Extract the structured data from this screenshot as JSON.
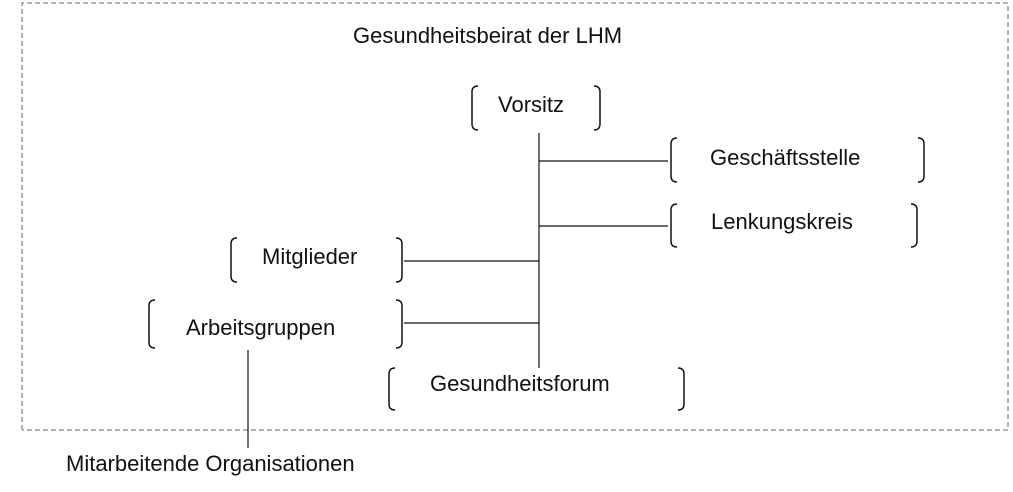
{
  "diagram": {
    "title": "Gesundheitsbeirat der LHM",
    "nodes": {
      "vorsitz": "Vorsitz",
      "geschaeftsstelle": "Geschäftsstelle",
      "lenkungskreis": "Lenkungskreis",
      "mitglieder": "Mitglieder",
      "arbeitsgruppen": "Arbeitsgruppen",
      "gesundheitsforum": "Gesundheitsforum"
    },
    "external_label": "Mitarbeitende Organisationen"
  }
}
